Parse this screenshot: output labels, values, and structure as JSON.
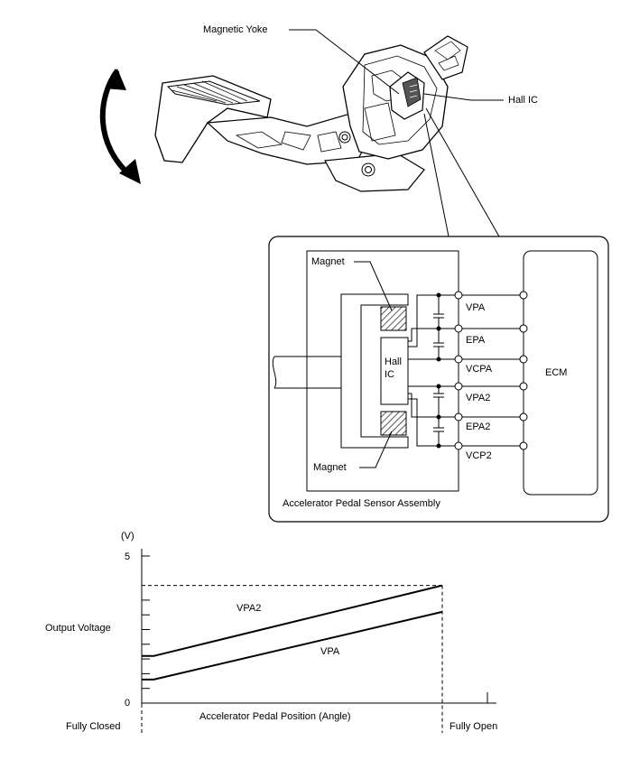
{
  "pedal_figure": {
    "magnetic_yoke_label": "Magnetic Yoke",
    "hall_ic_label": "Hall IC"
  },
  "circuit": {
    "magnet_top_label": "Magnet",
    "magnet_bottom_label": "Magnet",
    "hall_ic_line1": "Hall",
    "hall_ic_line2": "IC",
    "terminals": [
      "VPA",
      "EPA",
      "VCPA",
      "VPA2",
      "EPA2",
      "VCP2"
    ],
    "ecm_label": "ECM",
    "assembly_label": "Accelerator Pedal Sensor Assembly"
  },
  "chart_data": {
    "type": "line",
    "y_unit_label": "(V)",
    "ylabel": "Output Voltage",
    "xlabel": "Accelerator Pedal Position (Angle)",
    "ylim": [
      0,
      5
    ],
    "y_tick_labels": [
      "0",
      "5"
    ],
    "x_start_label": "Fully Closed",
    "x_end_label": "Fully Open",
    "series": [
      {
        "name": "VPA2",
        "x": [
          0,
          0.04,
          1
        ],
        "y": [
          1.6,
          1.6,
          4.0
        ]
      },
      {
        "name": "VPA",
        "x": [
          0,
          0.04,
          1
        ],
        "y": [
          0.8,
          0.8,
          3.1
        ]
      }
    ]
  }
}
